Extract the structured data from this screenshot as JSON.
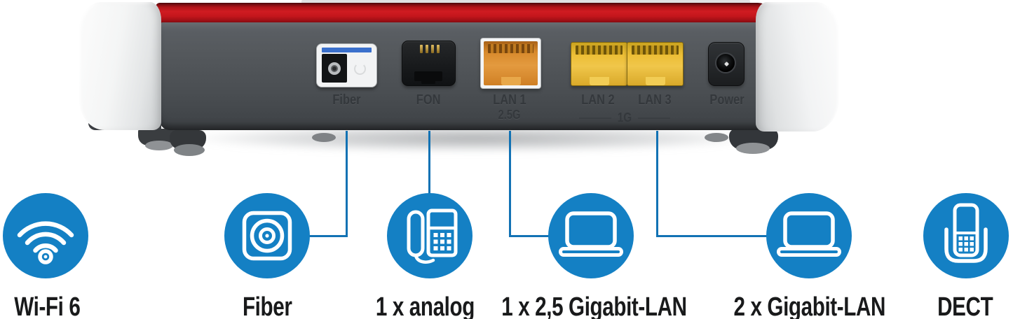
{
  "device": {
    "name": "router rear panel",
    "port_labels": {
      "fiber": "Fiber",
      "fon": "FON",
      "lan1": "LAN 1",
      "lan1_speed": "2.5G",
      "lan2": "LAN 2",
      "lan3": "LAN 3",
      "lan23_speed": "1G",
      "power": "Power"
    }
  },
  "features": [
    {
      "label": "Wi-Fi 6",
      "icon": "wifi-icon",
      "callout_line": "none"
    },
    {
      "label": "Fiber",
      "icon": "fiber-socket-icon",
      "callout_line": "from Fiber port"
    },
    {
      "label": "1 x analog",
      "icon": "desk-phone-icon",
      "callout_line": "from FON port"
    },
    {
      "label": "1 x 2,5 Gigabit-LAN",
      "icon": "laptop-icon",
      "callout_line": "from LAN 1 port"
    },
    {
      "label": "2 x Gigabit-LAN",
      "icon": "laptop-icon",
      "callout_line": "from LAN 2 / LAN 3 ports"
    },
    {
      "label": "DECT",
      "icon": "dect-phone-icon",
      "callout_line": "none"
    }
  ],
  "colors": {
    "accent_blue": "#1480c4",
    "line_blue": "#1272b4",
    "band_red": "#c4161c",
    "lan_yellow": "#edbf37",
    "lan1_orange": "#d88a2c",
    "label_text": "#191a1b"
  }
}
